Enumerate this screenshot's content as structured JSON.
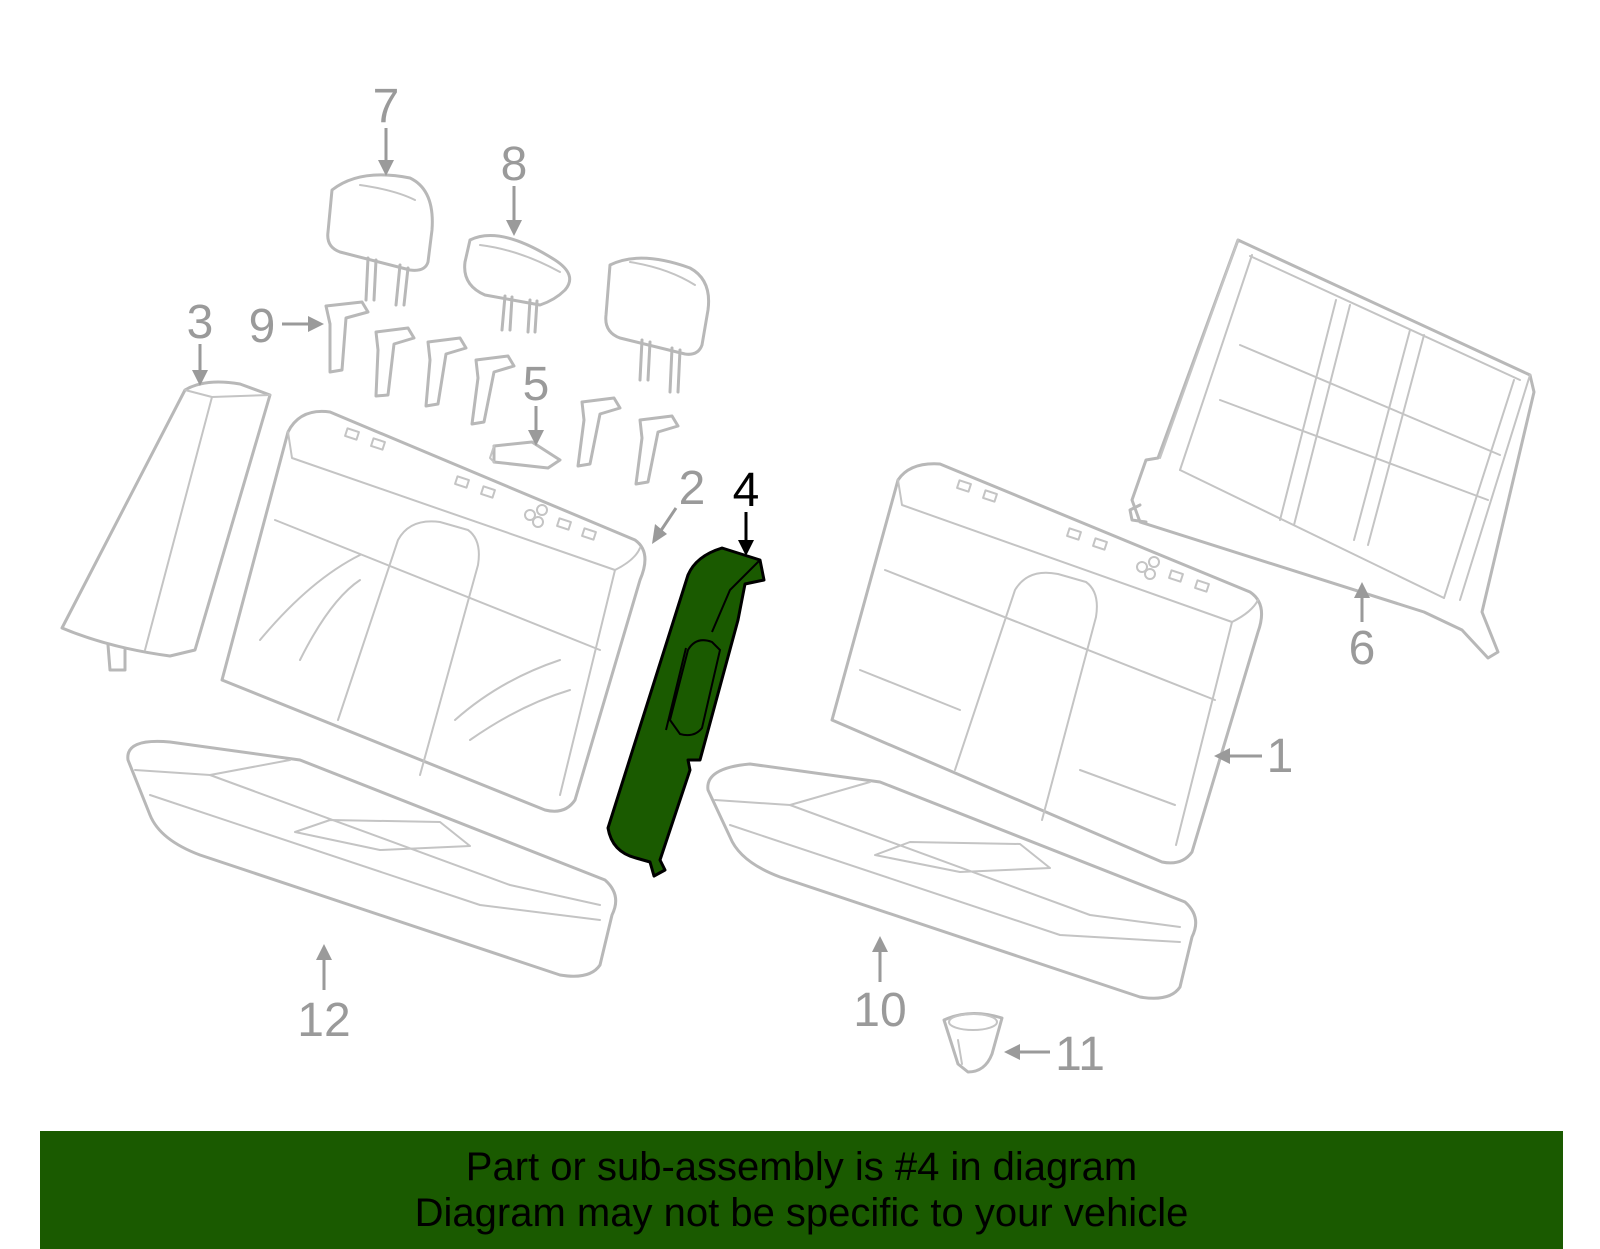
{
  "callouts": {
    "c1": "1",
    "c2": "2",
    "c3": "3",
    "c4": "4",
    "c5": "5",
    "c6": "6",
    "c7": "7",
    "c8": "8",
    "c9": "9",
    "c10": "10",
    "c11": "11",
    "c12": "12"
  },
  "highlight": {
    "part": "4",
    "color": "#1a5a00"
  },
  "banner": {
    "line1": "Part or sub-assembly is #4 in diagram",
    "line2": "Diagram may not be specific to your vehicle",
    "color": "#1a5a00"
  }
}
